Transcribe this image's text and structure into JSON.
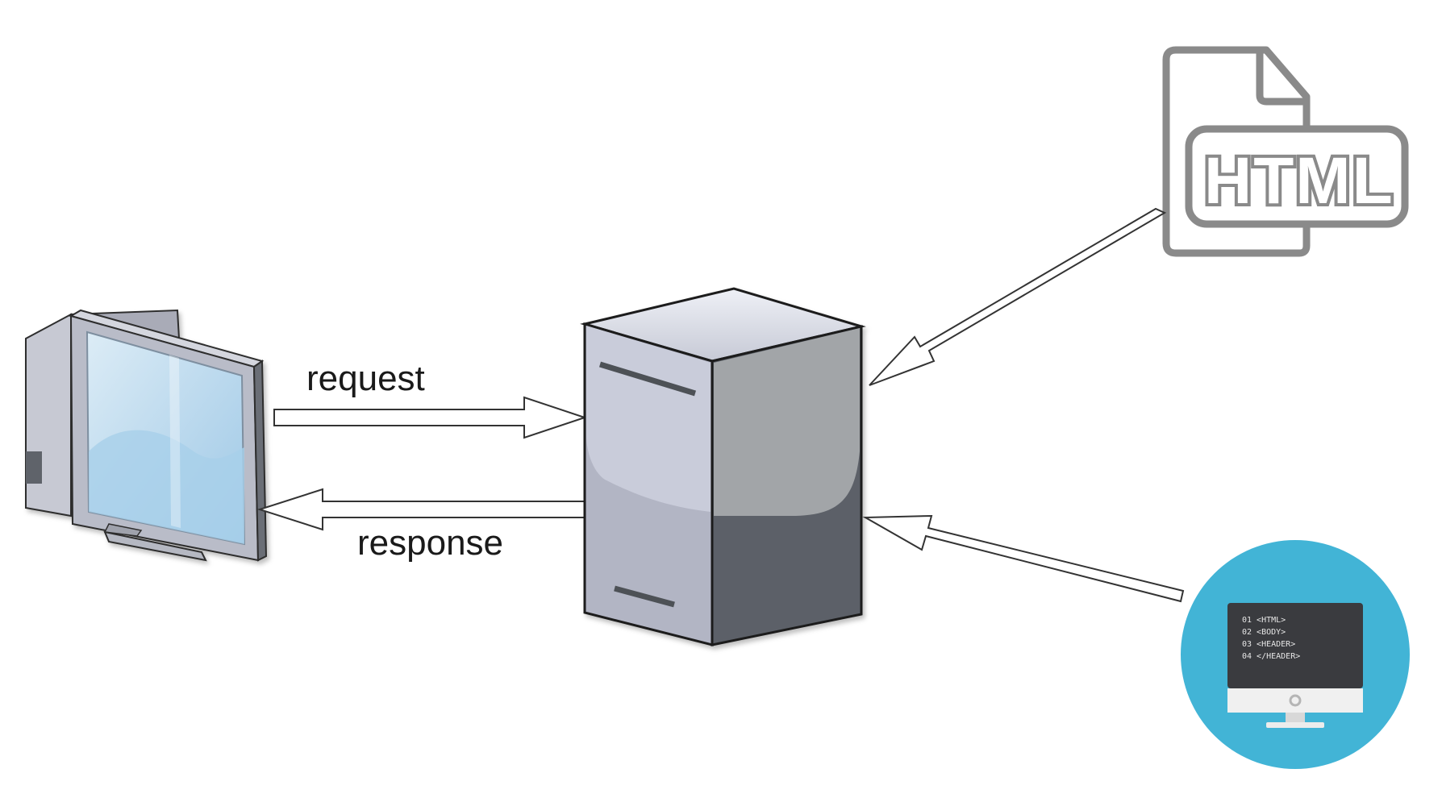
{
  "labels": {
    "request": "request",
    "response": "response"
  },
  "html_file": {
    "text": "HTML"
  },
  "code_monitor": {
    "lines": [
      "01 <HTML>",
      "02 <BODY>",
      "03 <HEADER>",
      "04 </HEADER>"
    ]
  },
  "colors": {
    "arrow_fill": "#ffffff",
    "arrow_stroke": "#333333",
    "server_light": "#c9ccd8",
    "server_dark": "#5c6168",
    "circle": "#42b4d6",
    "icon_gray": "#8a8a8a"
  },
  "icons": {
    "client": "desktop-computer-icon",
    "server": "server-icon",
    "html": "html-file-icon",
    "code": "code-monitor-icon"
  }
}
